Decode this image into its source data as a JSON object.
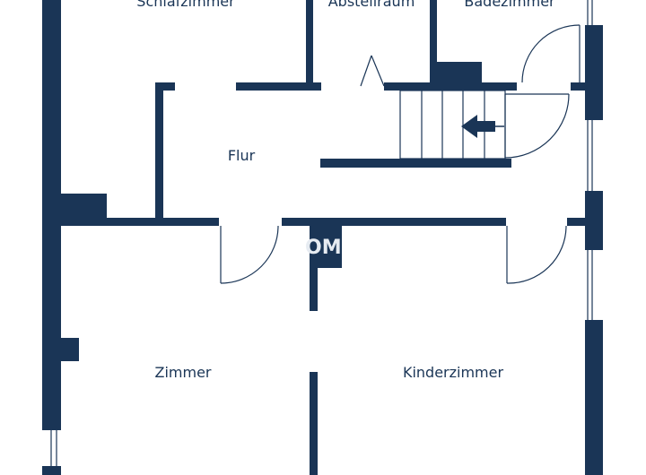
{
  "plan": {
    "wall_color": "#1a3556",
    "line_color": "#1a3556",
    "background": "#ffffff",
    "watermark": "OM",
    "rooms": [
      {
        "key": "schlafzimmer",
        "label": "Schlafzimmer"
      },
      {
        "key": "abstellraum",
        "label": "Abstellraum"
      },
      {
        "key": "badezimmer",
        "label": "Badezimmer"
      },
      {
        "key": "flur",
        "label": "Flur"
      },
      {
        "key": "zimmer",
        "label": "Zimmer"
      },
      {
        "key": "kinderzimmer",
        "label": "Kinderzimmer"
      }
    ]
  }
}
